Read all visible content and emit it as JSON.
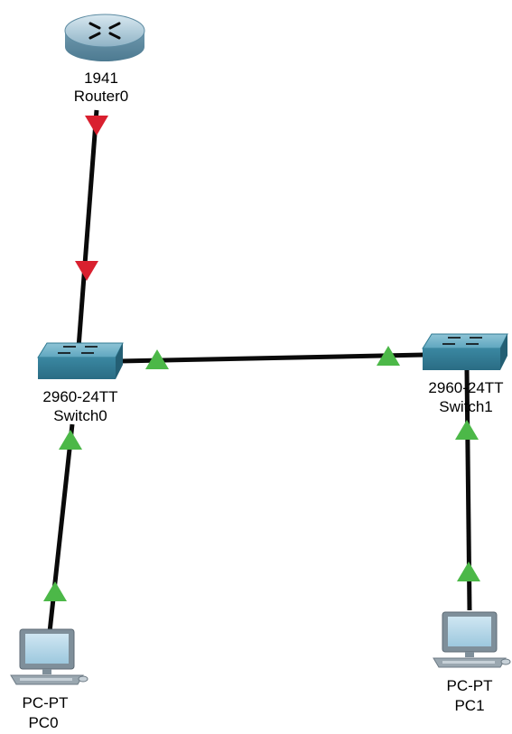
{
  "colors": {
    "link_down": "#d9202f",
    "link_up": "#4cb848",
    "cable": "#0a0a0a",
    "switch_body": "#3f8fa8",
    "router_body": "#7aa3b8"
  },
  "devices": {
    "router0": {
      "model": "1941",
      "name": "Router0",
      "icon": "router-icon"
    },
    "switch0": {
      "model": "2960-24TT",
      "name": "Switch0",
      "icon": "switch-icon"
    },
    "switch1": {
      "model": "2960-24TT",
      "name": "Switch1",
      "icon": "switch-icon"
    },
    "pc0": {
      "model": "PC-PT",
      "name": "PC0",
      "icon": "pc-icon"
    },
    "pc1": {
      "model": "PC-PT",
      "name": "PC1",
      "icon": "pc-icon"
    }
  },
  "links": [
    {
      "from": "router0",
      "to": "switch0",
      "status_from": "down",
      "status_to": "down"
    },
    {
      "from": "switch0",
      "to": "switch1",
      "status_from": "up",
      "status_to": "up"
    },
    {
      "from": "switch0",
      "to": "pc0",
      "status_from": "up",
      "status_to": "up"
    },
    {
      "from": "switch1",
      "to": "pc1",
      "status_from": "up",
      "status_to": "up"
    }
  ]
}
